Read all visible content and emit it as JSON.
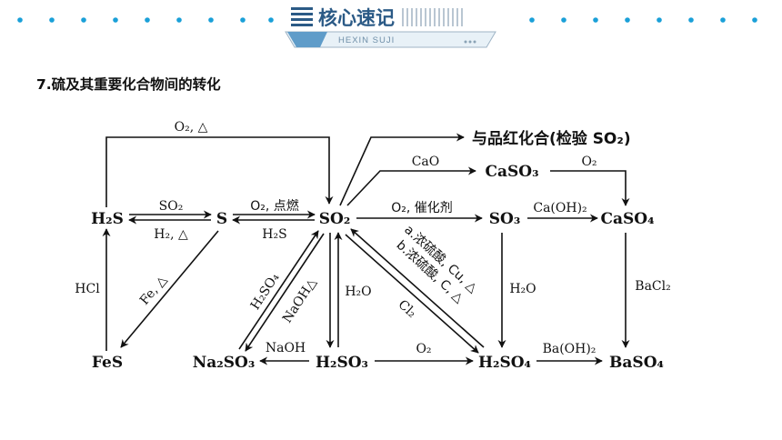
{
  "header": {
    "title_cn": "核心速记",
    "subtitle_en": "HEXIN SUJI",
    "accent_color": "#1aa0d8",
    "banner_color": "#2b5a86"
  },
  "section": {
    "title": "7.硫及其重要化合物间的转化"
  },
  "diagram": {
    "nodes": {
      "h2s": "H₂S",
      "s": "S",
      "so2": "SO₂",
      "so3": "SO₃",
      "caso4": "CaSO₄",
      "caso3": "CaSO₃",
      "fes": "FeS",
      "na2so3": "Na₂SO₃",
      "h2so3": "H₂SO₃",
      "h2so4": "H₂SO₄",
      "baso4": "BaSO₄",
      "test_so2": "与品红化合(检验 SO₂)"
    },
    "labels": {
      "o2_heat": "O₂, △",
      "so2": "SO₂",
      "h2_heat": "H₂, △",
      "o2_ignite": "O₂, 点燃",
      "h2s": "H₂S",
      "cao": "CaO",
      "o2_a": "O₂",
      "o2_catalyst": "O₂, 催化剂",
      "caoh2": "Ca(OH)₂",
      "hcl": "HCl",
      "fe_heat": "Fe, △",
      "h2so4": "H₂SO₄",
      "naoh_heat": "NaOH△",
      "h2o_a": "H₂O",
      "conc_a": "a.浓硫酸, Cu, △",
      "conc_b": "b.浓硫酸, C, △",
      "cl2": "Cl₂",
      "h2o_b": "H₂O",
      "bacl2": "BaCl₂",
      "naoh": "NaOH",
      "o2_b": "O₂",
      "baoh2": "Ba(OH)₂"
    }
  }
}
